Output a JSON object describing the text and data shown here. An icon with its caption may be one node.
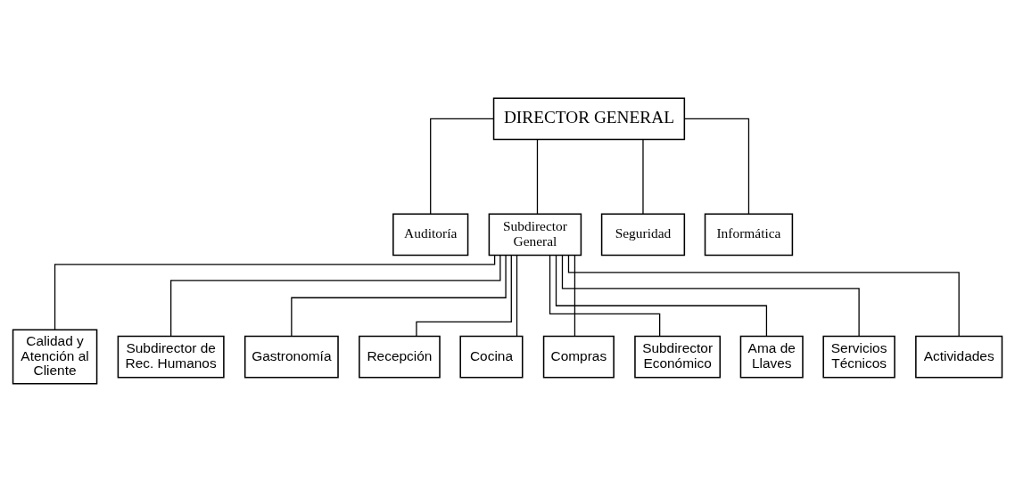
{
  "diagram": {
    "nodes": [
      {
        "text": [
          "DIRECTOR GENERAL"
        ]
      },
      {
        "text": [
          "Auditoría"
        ]
      },
      {
        "text": [
          "Subdirector General"
        ]
      },
      {
        "text": [
          "Seguridad"
        ]
      },
      {
        "text": [
          "Informática"
        ]
      },
      {
        "text": [
          "Calidad y Atención al Cliente"
        ]
      },
      {
        "text": [
          "Subdirector de Rec. Humanos"
        ]
      },
      {
        "text": [
          "Gastronomía"
        ]
      },
      {
        "text": [
          "Recepción"
        ]
      },
      {
        "text": [
          "Cocina"
        ]
      },
      {
        "text": [
          "Compras"
        ]
      },
      {
        "text": [
          "Subdirector Económico"
        ]
      },
      {
        "text": [
          "Ama de Llaves"
        ]
      },
      {
        "text": [
          "Servicios Técnicos"
        ]
      },
      {
        "text": [
          "Actividades"
        ]
      }
    ],
    "edges": [
      {
        "from": 0,
        "to": 1,
        "arrow": "none"
      },
      {
        "from": 0,
        "to": 2,
        "arrow": "none"
      },
      {
        "from": 0,
        "to": 3,
        "arrow": "none"
      },
      {
        "from": 0,
        "to": 4,
        "arrow": "none"
      },
      {
        "from": 2,
        "to": 5,
        "arrow": "none"
      },
      {
        "from": 2,
        "to": 6,
        "arrow": "none"
      },
      {
        "from": 2,
        "to": 7,
        "arrow": "none"
      },
      {
        "from": 2,
        "to": 8,
        "arrow": "none"
      },
      {
        "from": 2,
        "to": 9,
        "arrow": "none"
      },
      {
        "from": 2,
        "to": 10,
        "arrow": "none"
      },
      {
        "from": 2,
        "to": 11,
        "arrow": "none"
      },
      {
        "from": 2,
        "to": 12,
        "arrow": "none"
      },
      {
        "from": 2,
        "to": 13,
        "arrow": "none"
      },
      {
        "from": 2,
        "to": 14,
        "arrow": "none"
      }
    ]
  }
}
